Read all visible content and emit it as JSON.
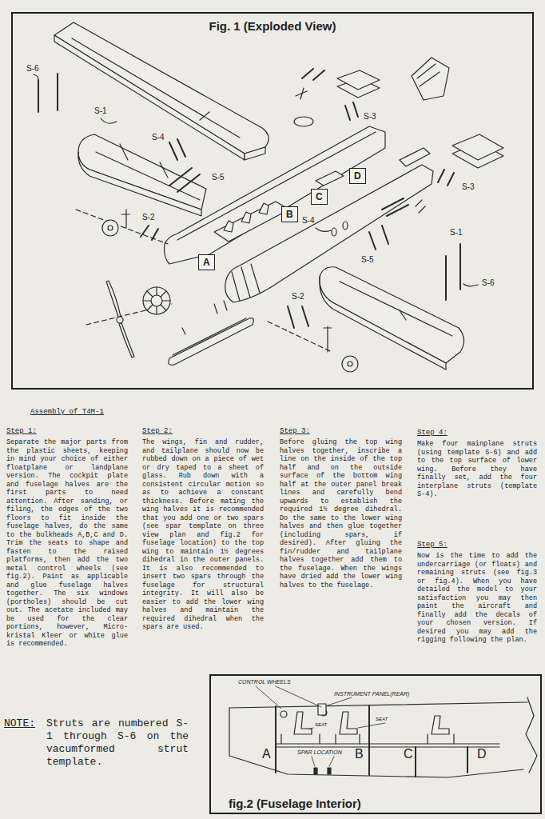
{
  "diagram": {
    "title": "Assembly of T4M-1",
    "nodes": [
      {
        "text": [
          "Fig. 1 (Exploded View)"
        ]
      },
      {
        "text": [
          "A"
        ],
        "in": 0
      },
      {
        "text": [
          "B"
        ],
        "in": 0
      },
      {
        "text": [
          "C"
        ],
        "in": 0
      },
      {
        "text": [
          "D"
        ],
        "in": 0
      },
      {
        "text": [
          "fig.2 (Fuselage Interior)"
        ]
      }
    ],
    "labels": [
      "S-6",
      "S-1",
      "S-4",
      "S-5",
      "S-2",
      "S-3",
      "S-3",
      "S-4",
      "S-5",
      "S-2",
      "S-1",
      "S-6",
      "Step 1:",
      "Separate the major parts from the plastic sheets, keeping in mind your choice of either floatplane or landplane version. The cockpit plate and fuselage halves are the first parts to need attention. After sanding, or filing, the edges of the two floors to fit inside the fuselage halves, do the same to the bulkheads A,B,C and D. Trim the seats to shape and fasten to the raised platforms, then add the two metal control wheels (see fig.2). Paint as applicable and glue fuselage halves together. The six windows (portholes) should be cut out. The acetate included may be used for the clear portions, however, Micro-kristal Kleer or white glue is recommended.",
      "Step 2:",
      "The wings, fin and rudder, and tailplane should now be rubbed down on a piece of wet or dry taped to a sheet of glass. Rub down with a consistent circular motion so as to achieve a constant thickness. Before mating the wing halves it is recommended that you add one or two spars (see spar template on three view plan and fig.2 for fuselage location) to the top wing to maintain 1½ degrees dihedral in the outer panels. It is also recommended to insert two spars through the fuselage for structural integrity. It will also be easier to add the lower wing halves and maintain the required dihedral when the spars are used.",
      "Step 3:",
      "Before gluing the top wing halves together, inscribe a line on the inside of the top half and on the outside surface of the bottom wing half at the outer panel break lines and carefully bend upwards to establish the required 1½ degree dihedral. Do the same to the lower wing halves and then glue together (including spars, if desired). After gluing the fin/rudder and tailplane halves together add them to the fuselage. When the wings have dried add the lower wing halves to the fuselage.",
      "Step 4:",
      "Make four mainplane struts (using template S-6) and add to the top surface of lower wing. Before they have finally set, add the four interplane struts (template S-4).",
      "Step 5:",
      "Now is the time to add the undercarriage (or floats) and remaining struts (see fig.3 or fig.4). When you have detailed the model to your satisfaction you may then paint the aircraft and finally add the decals of your chosen version. If desired you may add the rigging following the plan.",
      "NOTE:",
      "Struts are numbered S-1 through S-6 on the vacumformed strut template.",
      "CONTROL WHEELS",
      "INSTRUMENT PANEL(REAR)",
      "SEAT",
      "SEAT",
      "SPAR LOCATION",
      "A",
      "B",
      "C",
      "D"
    ]
  }
}
